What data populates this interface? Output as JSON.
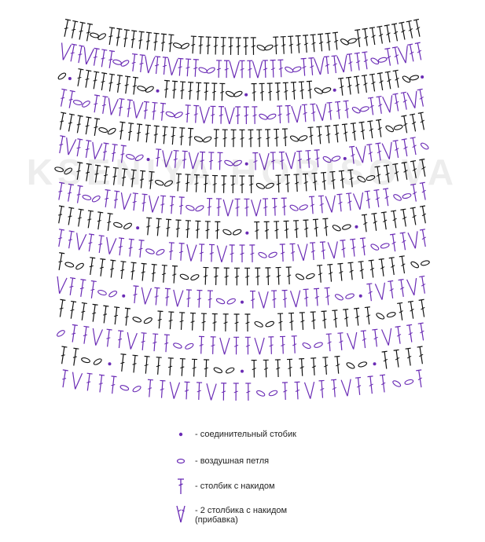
{
  "watermark": "KSENIYA HORISOVA",
  "colors": {
    "black_stitch": "#111111",
    "purple_stitch": "#6a2bb5",
    "legend_text": "#222222"
  },
  "legend": [
    {
      "icon": "slip-stitch-dot-icon",
      "label": "- соединительный стобик",
      "label2": ""
    },
    {
      "icon": "chain-loop-icon",
      "label": "- воздушная петля",
      "label2": ""
    },
    {
      "icon": "double-crochet-icon",
      "label": "- столбик с накидом",
      "label2": ""
    },
    {
      "icon": "increase-v-icon",
      "label": "- 2 столбика с накидом",
      "label2": "(прибавка)"
    }
  ]
}
